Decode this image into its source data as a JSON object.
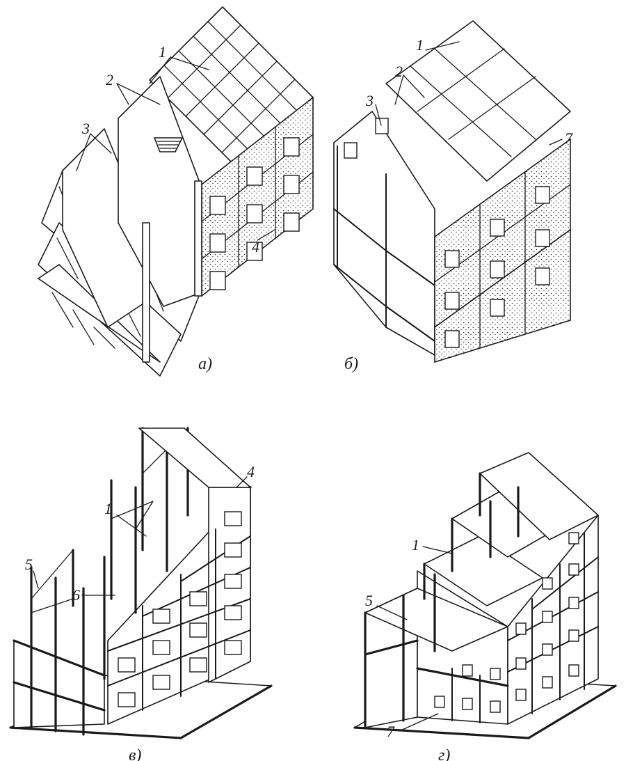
{
  "panels": [
    {
      "id": "a",
      "caption": "а)",
      "callouts": [
        "1",
        "2",
        "3",
        "4"
      ]
    },
    {
      "id": "b",
      "caption": "б)",
      "callouts": [
        "1",
        "2",
        "3",
        "7"
      ]
    },
    {
      "id": "v",
      "caption": "в)",
      "callouts": [
        "1",
        "4",
        "5",
        "6"
      ]
    },
    {
      "id": "g",
      "caption": "г)",
      "callouts": [
        "1",
        "5",
        "7"
      ]
    }
  ]
}
